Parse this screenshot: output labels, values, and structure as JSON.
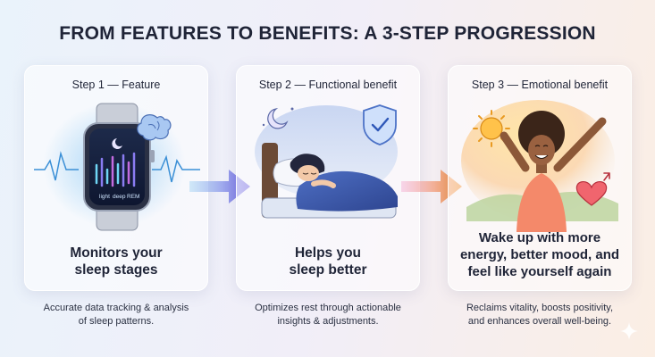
{
  "title": "FROM FEATURES TO BENEFITS: A 3-STEP PROGRESSION",
  "steps": [
    {
      "label": "Step 1 — Feature",
      "title_lines": [
        "Monitors your",
        "sleep stages"
      ],
      "description_lines": [
        "Accurate data tracking & analysis",
        "of sleep patterns."
      ],
      "watch_labels": [
        "light",
        "deep",
        "REM"
      ]
    },
    {
      "label": "Step 2 — Functional benefit",
      "title_lines": [
        "Helps you",
        "sleep better"
      ],
      "description_lines": [
        "Optimizes rest through actionable",
        "insights & adjustments."
      ]
    },
    {
      "label": "Step 3 — Emotional benefit",
      "title_lines": [
        "Wake up with more",
        "energy, better mood, and",
        "feel like yourself again"
      ],
      "description_lines": [
        "Reclaims vitality, boosts positivity,",
        "and enhances overall well-being."
      ]
    }
  ],
  "icons": {
    "step1": [
      "smartwatch-icon",
      "brain-icon",
      "moon-icon"
    ],
    "step2": [
      "moon-icon",
      "shield-check-icon",
      "sleeping-person-icon"
    ],
    "step3": [
      "sun-icon",
      "heart-icon",
      "happy-person-icon"
    ]
  },
  "colors": {
    "title": "#1f2437",
    "arrow1_start": "#a9d8f4",
    "arrow1_end": "#6a5ae0",
    "arrow2_start": "#f4b2d8",
    "arrow2_end": "#f08a2a",
    "watch_glow": "#62b6f0"
  }
}
